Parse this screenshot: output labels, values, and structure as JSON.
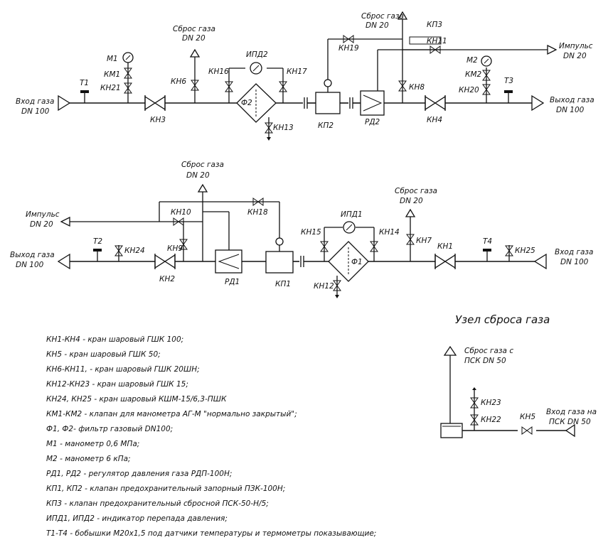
{
  "labels": {
    "top": {
      "inlet": [
        "Вход газа",
        "DN 100"
      ],
      "outlet": [
        "Выход газа",
        "DN 100"
      ],
      "impulse": [
        "Импульс",
        "DN 20"
      ],
      "vent_kn6": [
        "Сброс газа",
        "DN 20"
      ],
      "vent_main": [
        "Сброс газа",
        "DN 20"
      ],
      "T1": "Т1",
      "T3": "Т3",
      "M1": "М1",
      "KM1": "КМ1",
      "KN21": "КН21",
      "M2": "М2",
      "KM2": "КМ2",
      "KN20": "КН20",
      "KN3": "КН3",
      "KN6": "КН6",
      "KN16": "КН16",
      "KN17": "КН17",
      "IPD2": "ИПД2",
      "F2": "Ф2",
      "KN13": "КН13",
      "KP2": "КП2",
      "RD2": "РД2",
      "KN8": "КН8",
      "KN4": "КН4",
      "KN19": "КН19",
      "KP3": "КП3",
      "KN11": "КН11"
    },
    "bottom": {
      "impulse": [
        "Импульс",
        "DN 20"
      ],
      "outlet": [
        "Выход газа",
        "DN 100"
      ],
      "inlet": [
        "Вход газа",
        "DN 100"
      ],
      "vent_main": [
        "Сброс газа",
        "DN 20"
      ],
      "vent_kn7": [
        "Сброс газа",
        "DN 20"
      ],
      "KN10": "КН10",
      "KN18": "КН18",
      "T2": "Т2",
      "KN24": "КН24",
      "KN9": "КН9",
      "KN2": "КН2",
      "RD1": "РД1",
      "KP1": "КП1",
      "IPD1": "ИПД1",
      "KN15": "КН15",
      "KN14": "КН14",
      "F1": "Ф1",
      "KN12": "КН12",
      "KN7": "КН7",
      "KN1": "КН1",
      "T4": "Т4",
      "KN25": "КН25"
    },
    "vent_node": {
      "title": "Узел сброса газа",
      "vent_out": [
        "Сброс газа с",
        "ПСК DN 50"
      ],
      "inlet": [
        "Вход газа на",
        "ПСК DN 50"
      ],
      "KN23": "КН23",
      "KN22": "КН22",
      "KN5": "КН5"
    }
  },
  "legend": [
    "КН1-КН4 - кран шаровый ГШК 100;",
    "КН5 - кран шаровый ГШК 50;",
    "КН6-КН11, - кран шаровый ГШК 20ШН;",
    "КН12-КН23 - кран шаровый ГШК 15;",
    "КН24, КН25 - кран шаровый КШМ-15/6,3-ПШК",
    "КМ1-КМ2 - клапан для манометра АГ-М \"нормально закрытый\";",
    "Ф1, Ф2- фильтр газовый DN100;",
    "М1 - манометр 0,6 МПа;",
    "М2 - манометр 6 кПа;",
    "РД1, РД2 - регулятор давления газа РДП-100Н;",
    "КП1, КП2 - клапан предохранительный запорный ПЗК-100Н;",
    "КП3 - клапан предохранительный сбросной ПСК-50-Н/5;",
    "ИПД1, ИПД2 - индикатор перепада давления;",
    "Т1-Т4 - бобышки М20х1,5 под датчики температуры и термометры показывающие;"
  ]
}
